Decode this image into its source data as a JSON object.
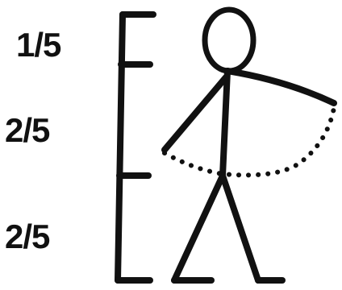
{
  "labels": {
    "head_fraction": "1/5",
    "torso_fraction": "2/5",
    "legs_fraction": "2/5"
  },
  "colors": {
    "ink": "#111111",
    "background": "#ffffff"
  }
}
